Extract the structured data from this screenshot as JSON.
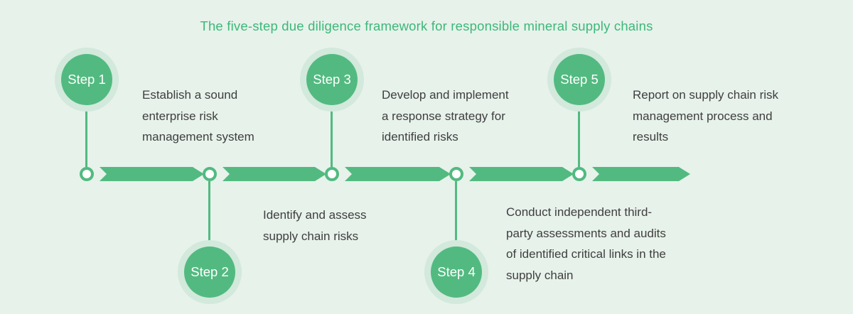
{
  "title": "The five-step due diligence framework for responsible mineral supply chains",
  "colors": {
    "background": "#e7f2eb",
    "accent_green": "#52ba80",
    "halo_green": "#d2e9dc",
    "title_green": "#3cb878",
    "text": "#3f3f3f"
  },
  "steps": [
    {
      "label": "Step 1",
      "position": "above",
      "description": "Establish a sound\nenterprise risk\nmanagement system"
    },
    {
      "label": "Step 2",
      "position": "below",
      "description": "Identify and assess\nsupply chain risks"
    },
    {
      "label": "Step 3",
      "position": "above",
      "description": "Develop and implement\na response strategy for\nidentified risks"
    },
    {
      "label": "Step 4",
      "position": "below",
      "description": "Conduct independent third-\nparty assessments and audits\nof identified critical links in the\nsupply chain"
    },
    {
      "label": "Step 5",
      "position": "above",
      "description": "Report on supply chain risk\nmanagement process and\nresults"
    }
  ]
}
